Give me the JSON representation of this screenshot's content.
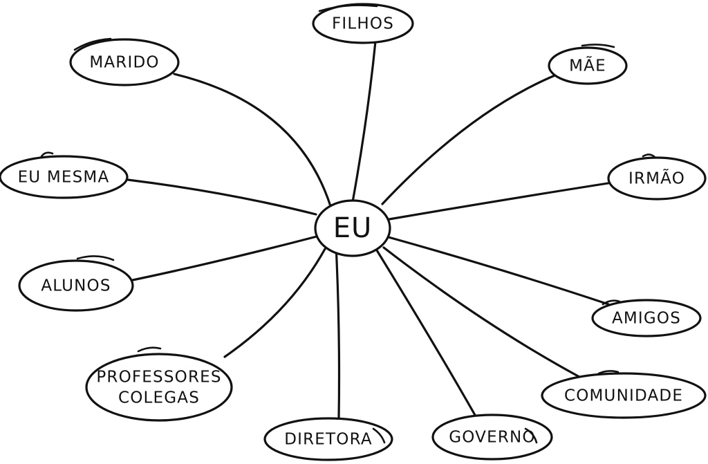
{
  "diagram": {
    "center": {
      "label": "EU"
    },
    "nodes": [
      {
        "id": "filhos",
        "label": [
          "FILHOS"
        ]
      },
      {
        "id": "marido",
        "label": [
          "MARIDO"
        ]
      },
      {
        "id": "mae",
        "label": [
          "MÃE"
        ]
      },
      {
        "id": "eu-mesma",
        "label": [
          "EU MESMA"
        ]
      },
      {
        "id": "irmao",
        "label": [
          "IRMÃO"
        ]
      },
      {
        "id": "alunos",
        "label": [
          "ALUNOS"
        ]
      },
      {
        "id": "amigos",
        "label": [
          "AMIGOS"
        ]
      },
      {
        "id": "professores-colegas",
        "label": [
          "PROFESSORES",
          "COLEGAS"
        ]
      },
      {
        "id": "comunidade",
        "label": [
          "COMUNIDADE"
        ]
      },
      {
        "id": "diretora",
        "label": [
          "DIRETORA"
        ]
      },
      {
        "id": "governo",
        "label": [
          "GOVERNO"
        ]
      }
    ]
  }
}
